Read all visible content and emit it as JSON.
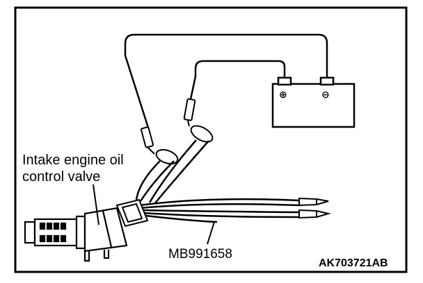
{
  "diagram": {
    "callout_label_line1": "Intake engine oil",
    "callout_label_line2": "control valve",
    "tool_label": "MB991658",
    "figure_id": "AK703721AB",
    "battery_positive_symbol": "⊕",
    "battery_negative_symbol": "⊖"
  },
  "colors": {
    "ink": "#000000",
    "background": "#ffffff"
  }
}
